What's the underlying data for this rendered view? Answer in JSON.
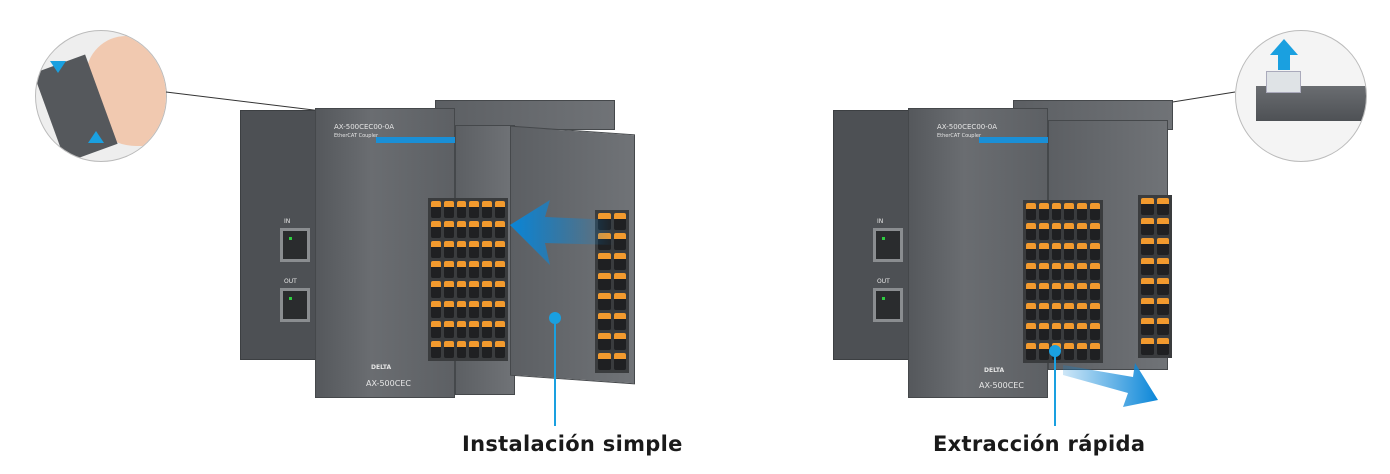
{
  "left": {
    "caption": "Instalación simple",
    "device": {
      "model": "AX-500CEC00-0A",
      "subtitle": "EtherCAT Coupler",
      "port_in": "IN",
      "port_out": "OUT",
      "brand": "DELTA",
      "front_model": "AX-500CEC"
    },
    "detail_icon": "hand-pressing-latch"
  },
  "right": {
    "caption": "Extracción rápida",
    "device": {
      "model": "AX-500CEC00-0A",
      "subtitle": "EtherCAT Coupler",
      "port_in": "IN",
      "port_out": "OUT",
      "brand": "DELTA",
      "front_model": "AX-500CEC"
    },
    "detail_icon": "latch-release-arrow"
  },
  "colors": {
    "accent": "#1aa0e0",
    "terminal": "#f29a2e",
    "housing": "#5f6266"
  }
}
